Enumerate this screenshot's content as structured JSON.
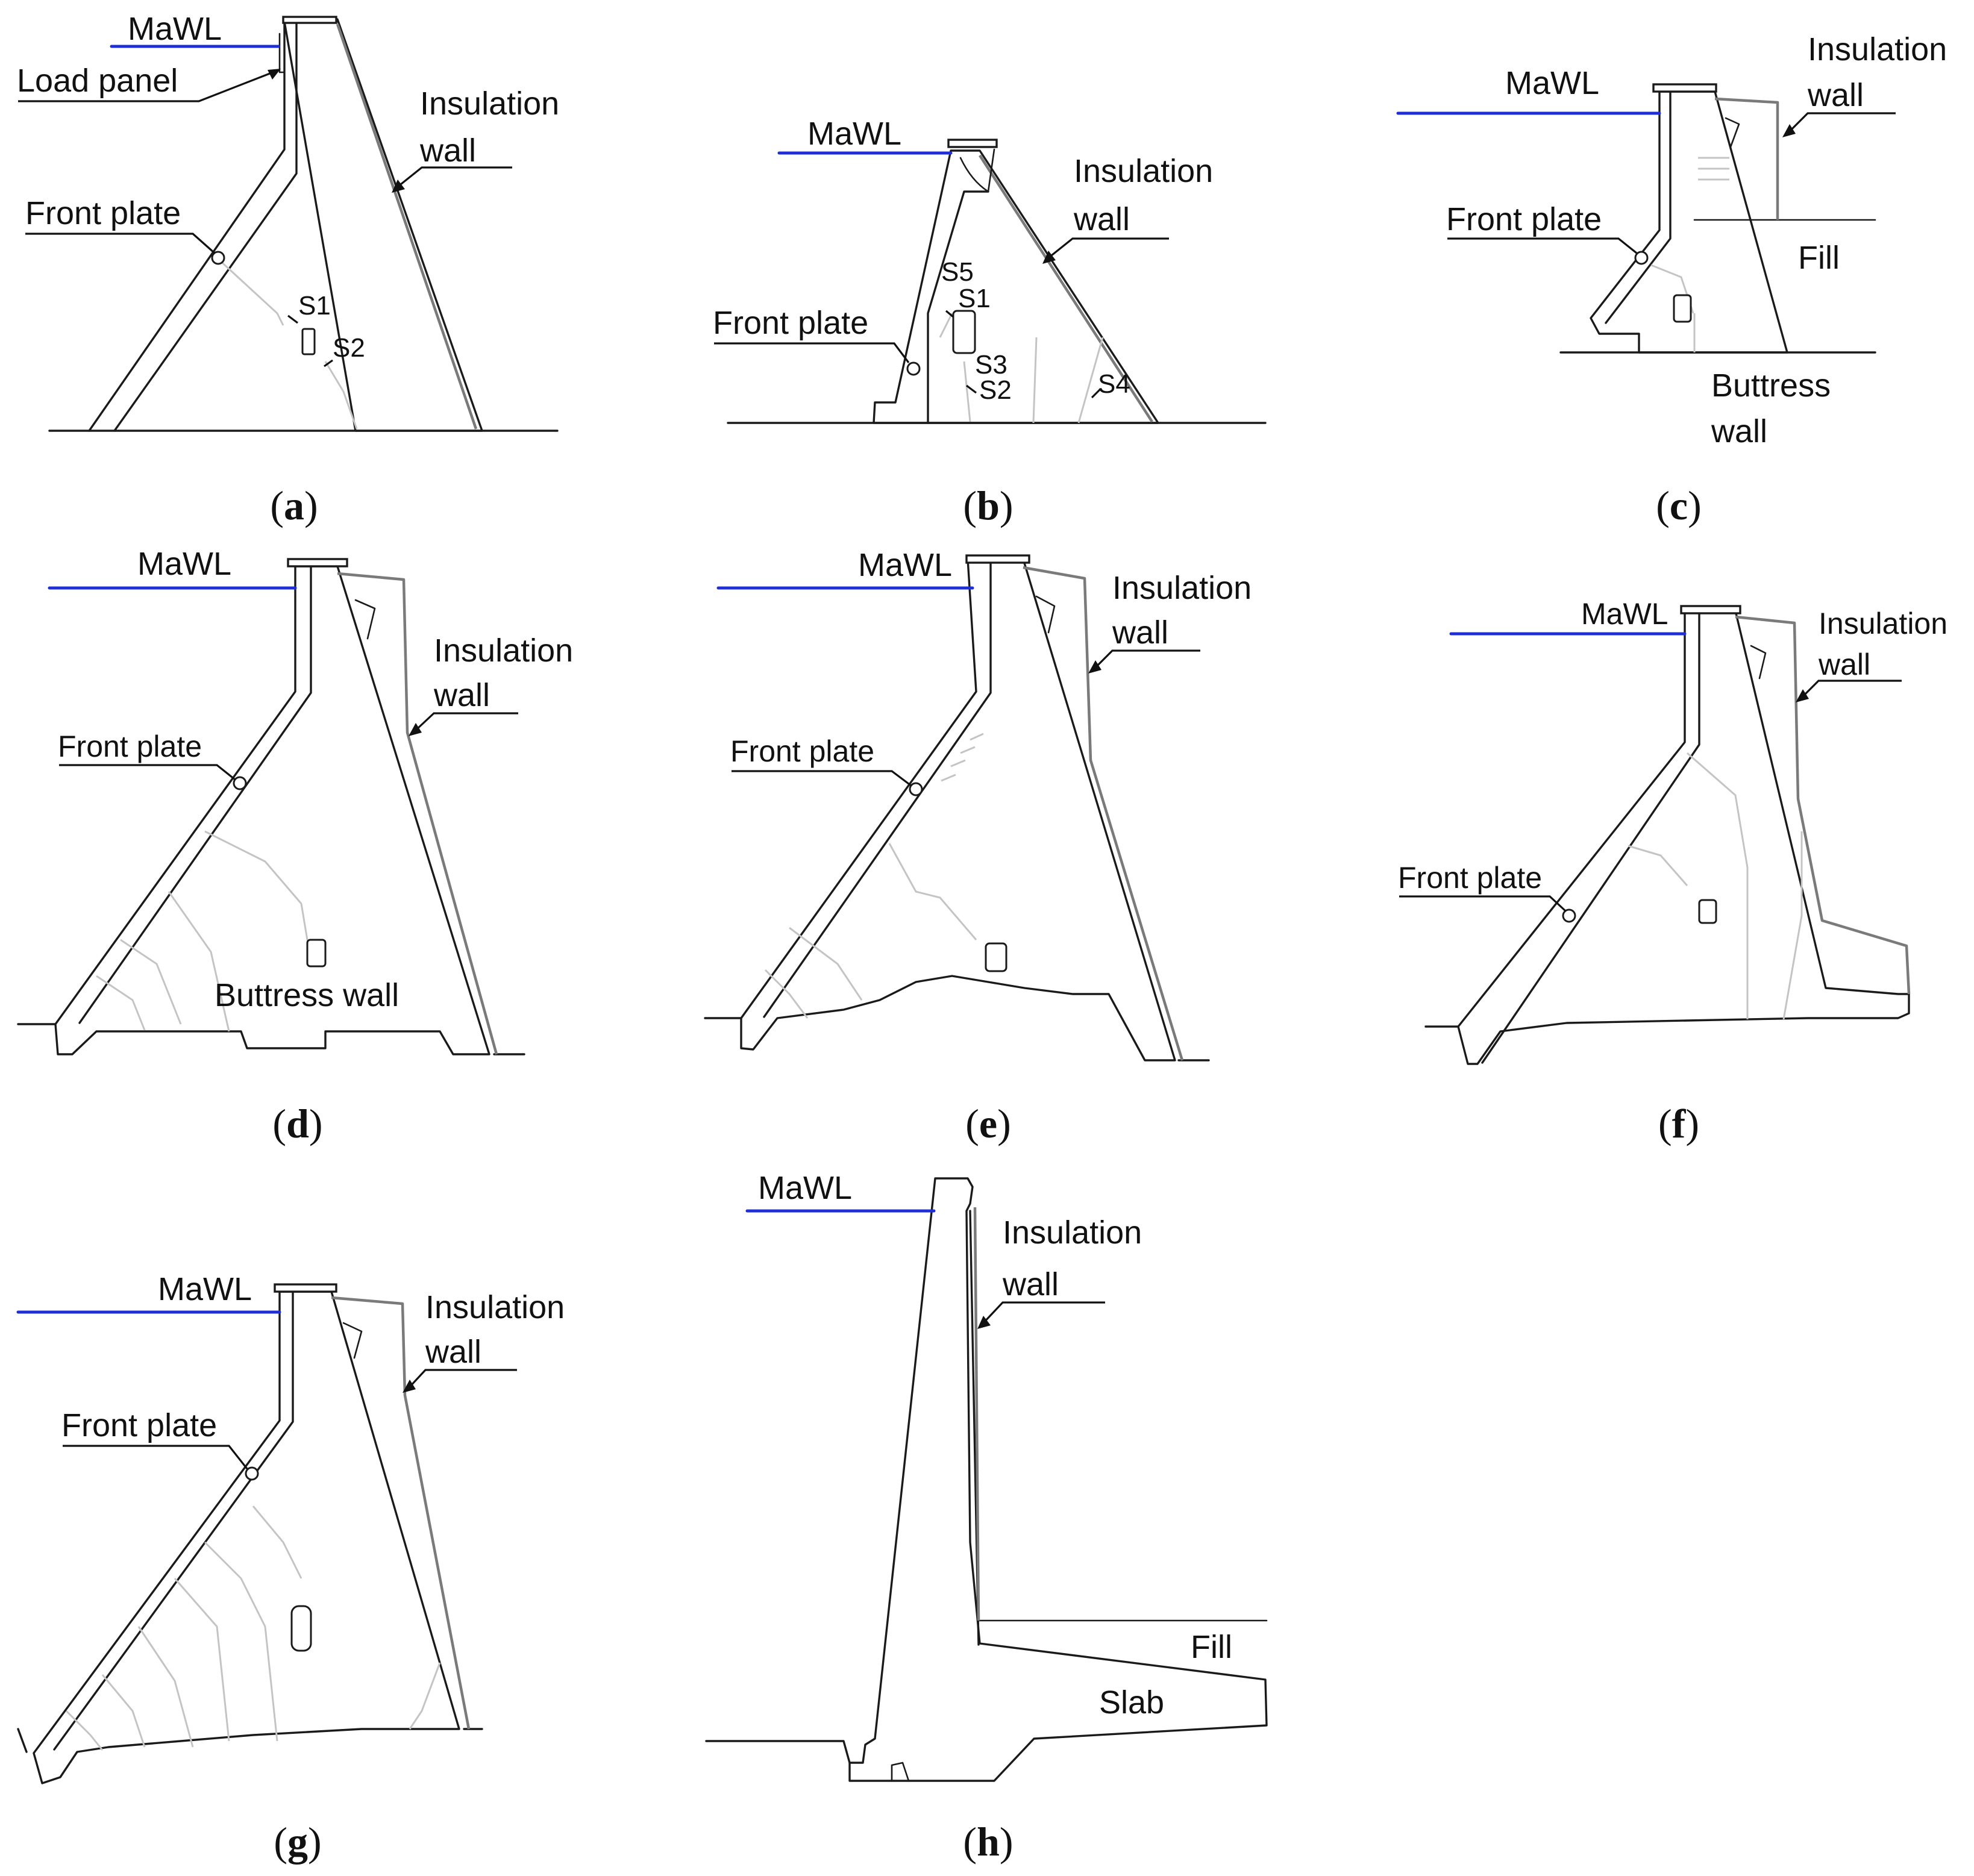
{
  "figure": {
    "panels": [
      {
        "id": "a",
        "caption_letter": "a",
        "labels": {
          "water_level": "MaWL",
          "load_panel": "Load panel",
          "insulation_line1": "Insulation",
          "insulation_line2": "wall",
          "front_plate": "Front plate"
        },
        "sensors": [
          "S1",
          "S2"
        ]
      },
      {
        "id": "b",
        "caption_letter": "b",
        "labels": {
          "water_level": "MaWL",
          "insulation_line1": "Insulation",
          "insulation_line2": "wall",
          "front_plate": "Front plate"
        },
        "sensors": [
          "S5",
          "S1",
          "S3",
          "S2",
          "S4"
        ]
      },
      {
        "id": "c",
        "caption_letter": "c",
        "labels": {
          "water_level": "MaWL",
          "insulation_line1": "Insulation",
          "insulation_line2": "wall",
          "front_plate": "Front plate",
          "fill": "Fill",
          "buttress_line1": "Buttress",
          "buttress_line2": "wall"
        }
      },
      {
        "id": "d",
        "caption_letter": "d",
        "labels": {
          "water_level": "MaWL",
          "insulation_line1": "Insulation",
          "insulation_line2": "wall",
          "front_plate": "Front plate",
          "buttress": "Buttress wall"
        }
      },
      {
        "id": "e",
        "caption_letter": "e",
        "labels": {
          "water_level": "MaWL",
          "insulation_line1": "Insulation",
          "insulation_line2": "wall",
          "front_plate": "Front plate"
        }
      },
      {
        "id": "f",
        "caption_letter": "f",
        "labels": {
          "water_level": "MaWL",
          "insulation_line1": "Insulation",
          "insulation_line2": "wall",
          "front_plate": "Front plate"
        }
      },
      {
        "id": "g",
        "caption_letter": "g",
        "labels": {
          "water_level": "MaWL",
          "insulation_line1": "Insulation",
          "insulation_line2": "wall",
          "front_plate": "Front plate"
        }
      },
      {
        "id": "h",
        "caption_letter": "h",
        "labels": {
          "water_level": "MaWL",
          "insulation_line1": "Insulation",
          "insulation_line2": "wall",
          "fill": "Fill",
          "slab": "Slab"
        }
      }
    ],
    "colors": {
      "water_level_line": "#1f2fd8",
      "structure_line": "#1a1a1a",
      "insulation_wall_line": "#7a7a7a",
      "crack_line": "#c4c4c4"
    }
  }
}
